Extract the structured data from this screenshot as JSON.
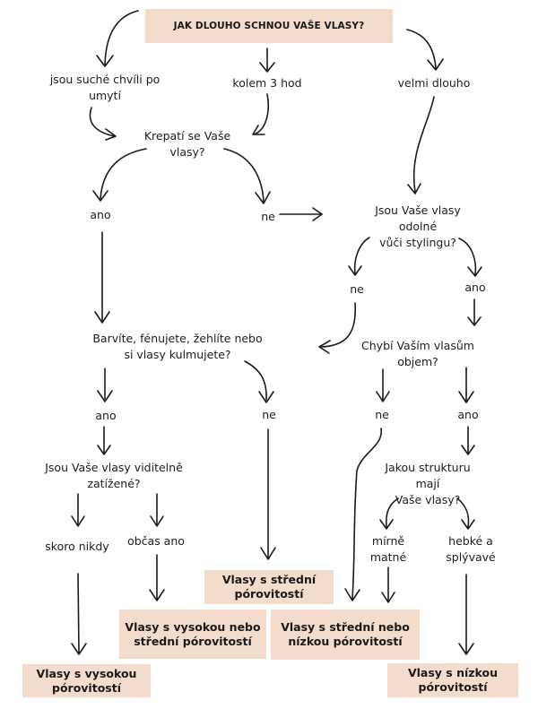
{
  "title": "JAK  DLOUHO SCHNOU VAŠE VLASY?",
  "answers_dry_time": {
    "fast": "jsou suché chvíli po\numytí",
    "medium": "kolem 3 hod",
    "slow": "velmi dlouho"
  },
  "questions": {
    "frizz": "Krepatí se Vaše\nvlasy?",
    "styling_resistant": "Jsou Vaše vlasy odolné\nvůči stylingu?",
    "heat_treatment": "Barvíte, fénujete, žehlíte nebo\nsi vlasy kulmujete?",
    "lacks_volume": "Chybí Vaším vlasům\nobjem?",
    "weighed_down": "Jsou Vaše vlasy viditelně\nzatížené?",
    "structure": "Jakou strukturu mají\nVaše vlasy?"
  },
  "answers": {
    "frizz_yes": "ano",
    "frizz_no": "ne",
    "styling_no": "ne",
    "styling_yes": "ano",
    "heat_yes": "ano",
    "heat_no": "ne",
    "volume_no": "ne",
    "volume_yes": "ano",
    "weighed_rarely": "skoro nikdy",
    "weighed_sometimes": "občas ano",
    "structure_matte": "mírně\nmatné",
    "structure_smooth": "hebké a\nsplývavé"
  },
  "results": {
    "high": "Vlasy s vysokou\npórovitostí",
    "high_or_medium": "Vlasy s vysokou nebo\nstřední pórovitostí",
    "medium": "Vlasy s střední\npórovitostí",
    "medium_or_low": "Vlasy s střední nebo\nnízkou pórovitostí",
    "low": "Vlasy s nízkou\npórovitostí"
  },
  "colors": {
    "box_fill": "#F3DCCB",
    "line": "#1a1a1a"
  }
}
